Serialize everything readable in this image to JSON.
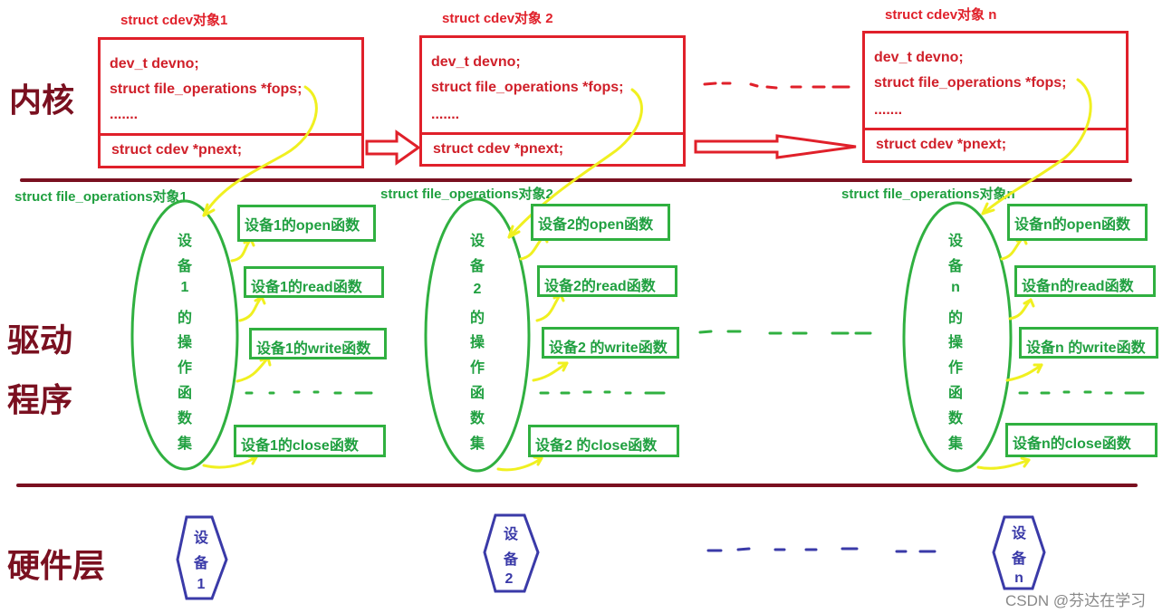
{
  "layers": {
    "kernel": "内核",
    "driver_line1": "驱动",
    "driver_line2": "程序",
    "hardware": "硬件层"
  },
  "cdev_objects": [
    {
      "title": "struct cdev对象1",
      "lines": [
        "dev_t devno;",
        "struct file_operations *fops;",
        "......."
      ],
      "pnext": "struct cdev *pnext;"
    },
    {
      "title": "struct cdev对象 2",
      "lines": [
        "dev_t devno;",
        "struct file_operations *fops;",
        "......."
      ],
      "pnext": "struct cdev *pnext;"
    },
    {
      "title": "struct cdev对象 n",
      "lines": [
        "dev_t devno;",
        "struct file_operations *fops;",
        "......."
      ],
      "pnext": "struct cdev *pnext;"
    }
  ],
  "fops_objects": [
    {
      "title": "struct file_operations对象1",
      "ellipse_chars": [
        "设",
        "备",
        "1",
        "的",
        "操",
        "作",
        "函",
        "数",
        "集"
      ],
      "funcs": [
        "设备1的open函数",
        "设备1的read函数",
        "设备1的write函数",
        "设备1的close函数"
      ]
    },
    {
      "title": "struct file_operations对象2",
      "ellipse_chars": [
        "设",
        "备",
        "2",
        "的",
        "操",
        "作",
        "函",
        "数",
        "集"
      ],
      "funcs": [
        "设备2的open函数",
        "设备2的read函数",
        "设备2 的write函数",
        "设备2 的close函数"
      ]
    },
    {
      "title": "struct file_operations对象n",
      "ellipse_chars": [
        "设",
        "备",
        "n",
        "的",
        "操",
        "作",
        "函",
        "数",
        "集"
      ],
      "funcs": [
        "设备n的open函数",
        "设备n的read函数",
        "设备n 的write函数",
        "设备n的close函数"
      ]
    }
  ],
  "devices": [
    {
      "chars": [
        "设",
        "备",
        "1"
      ]
    },
    {
      "chars": [
        "设",
        "备",
        "2"
      ]
    },
    {
      "chars": [
        "设",
        "备",
        "n"
      ]
    }
  ],
  "watermark": "CSDN @芬达在学习",
  "colors": {
    "kernel_red": "#e0202a",
    "driver_green": "#30b040",
    "hardware_blue": "#3a3aa8",
    "pointer_yellow": "#f0f020",
    "separator": "#7a1020"
  }
}
